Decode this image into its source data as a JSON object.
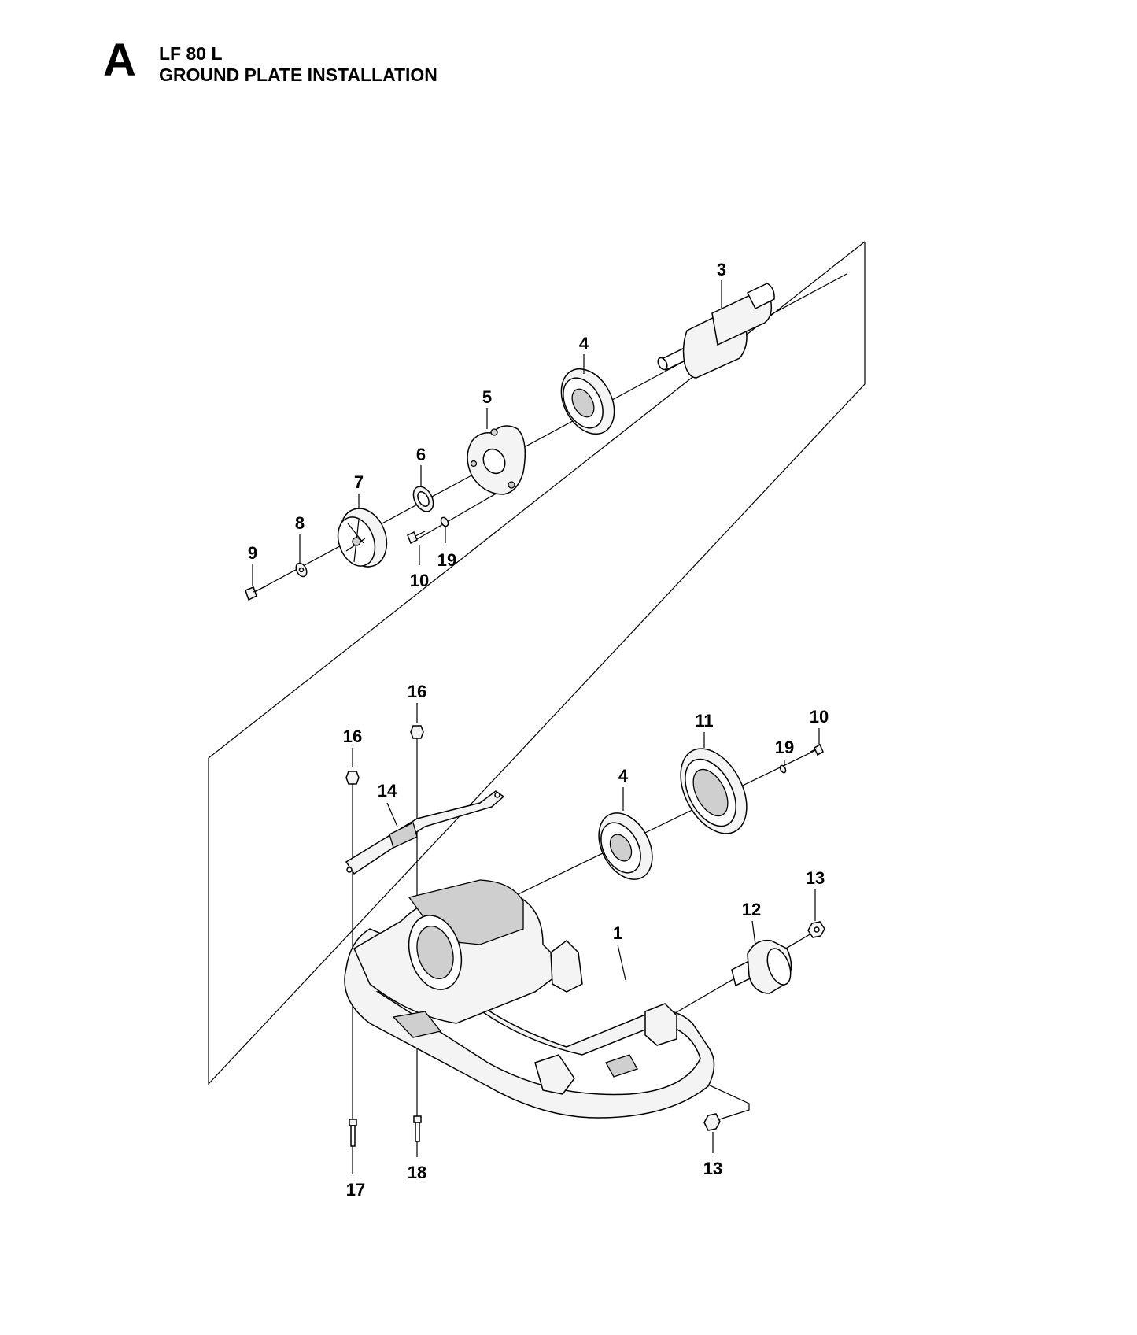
{
  "header": {
    "section_letter": "A",
    "model": "LF 80 L",
    "title": "GROUND PLATE INSTALLATION"
  },
  "callouts": {
    "c3": "3",
    "c4_top": "4",
    "c5": "5",
    "c6": "6",
    "c7": "7",
    "c8": "8",
    "c9": "9",
    "c10_top": "10",
    "c19_top": "19",
    "c16_center": "16",
    "c16_left": "16",
    "c14": "14",
    "c4_bottom": "4",
    "c11": "11",
    "c19_right": "19",
    "c10_right": "10",
    "c13_upper": "13",
    "c12": "12",
    "c1": "1",
    "c13_lower": "13",
    "c17": "17",
    "c18": "18"
  }
}
